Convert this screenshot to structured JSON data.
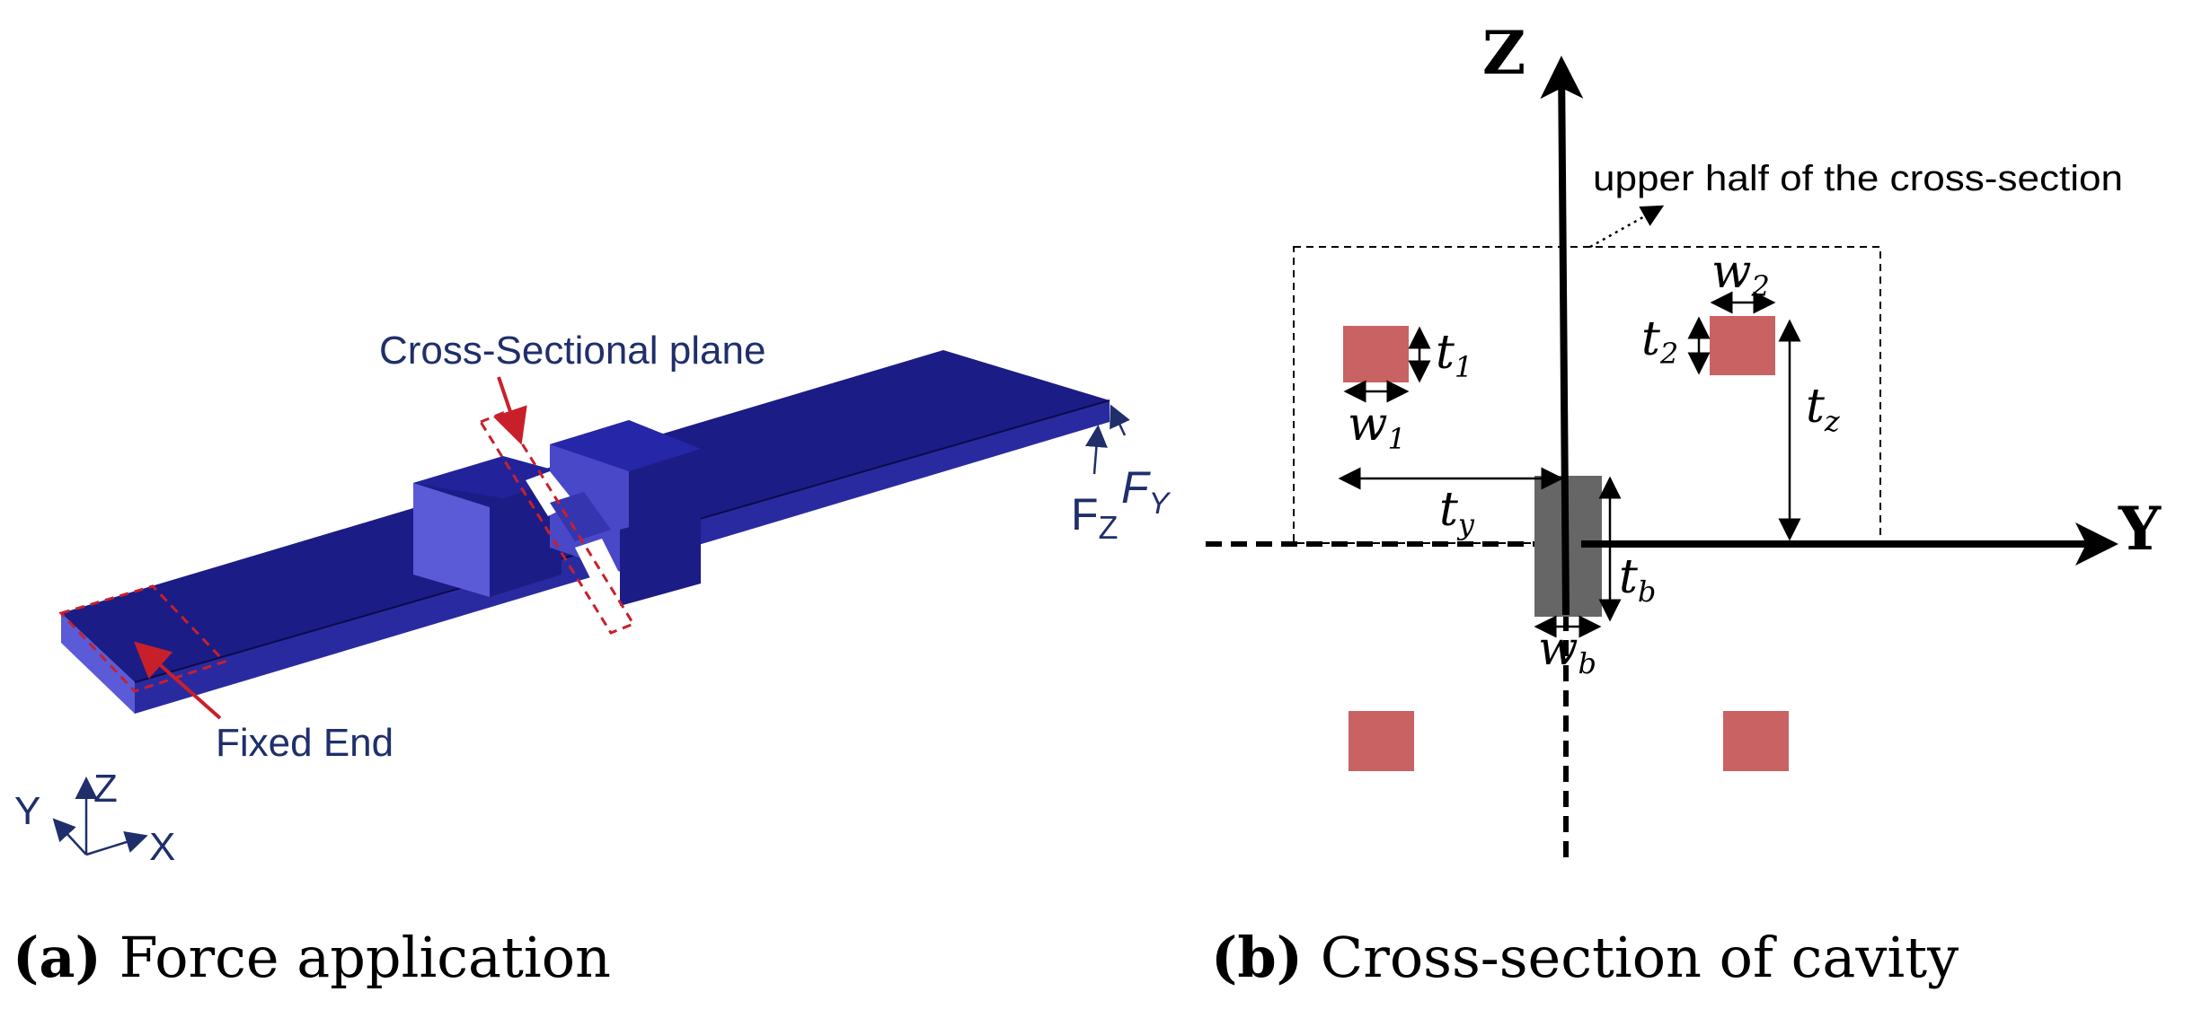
{
  "panel_a": {
    "caption_tag": "(a)",
    "caption_text": "Force application",
    "cross_section_label": "Cross-Sectional plane",
    "fixed_end_label": "Fixed End",
    "force_z": "F",
    "force_z_sub": "Z",
    "force_y": "F",
    "force_y_sub": "Y",
    "axis_y": "Y",
    "axis_z": "Z",
    "axis_x": "X",
    "colors": {
      "beam": "#1c1c86",
      "beam_side": "#5b5bd8",
      "annotation": "#c8202a",
      "text": "#1f2f6b"
    }
  },
  "panel_b": {
    "caption_tag": "(b)",
    "caption_text": "Cross-section of cavity",
    "axis_z": "Z",
    "axis_y": "Y",
    "upper_half_label": "upper half of the cross-section",
    "t1": "t",
    "t1_sub": "1",
    "w1": "w",
    "w1_sub": "1",
    "t2": "t",
    "t2_sub": "2",
    "w2": "w",
    "w2_sub": "2",
    "tz": "t",
    "tz_sub": "z",
    "ty": "t",
    "ty_sub": "y",
    "tb": "t",
    "tb_sub": "b",
    "wb": "w",
    "wb_sub": "b",
    "colors": {
      "cavity": "#c96262",
      "beam": "#666666"
    }
  }
}
